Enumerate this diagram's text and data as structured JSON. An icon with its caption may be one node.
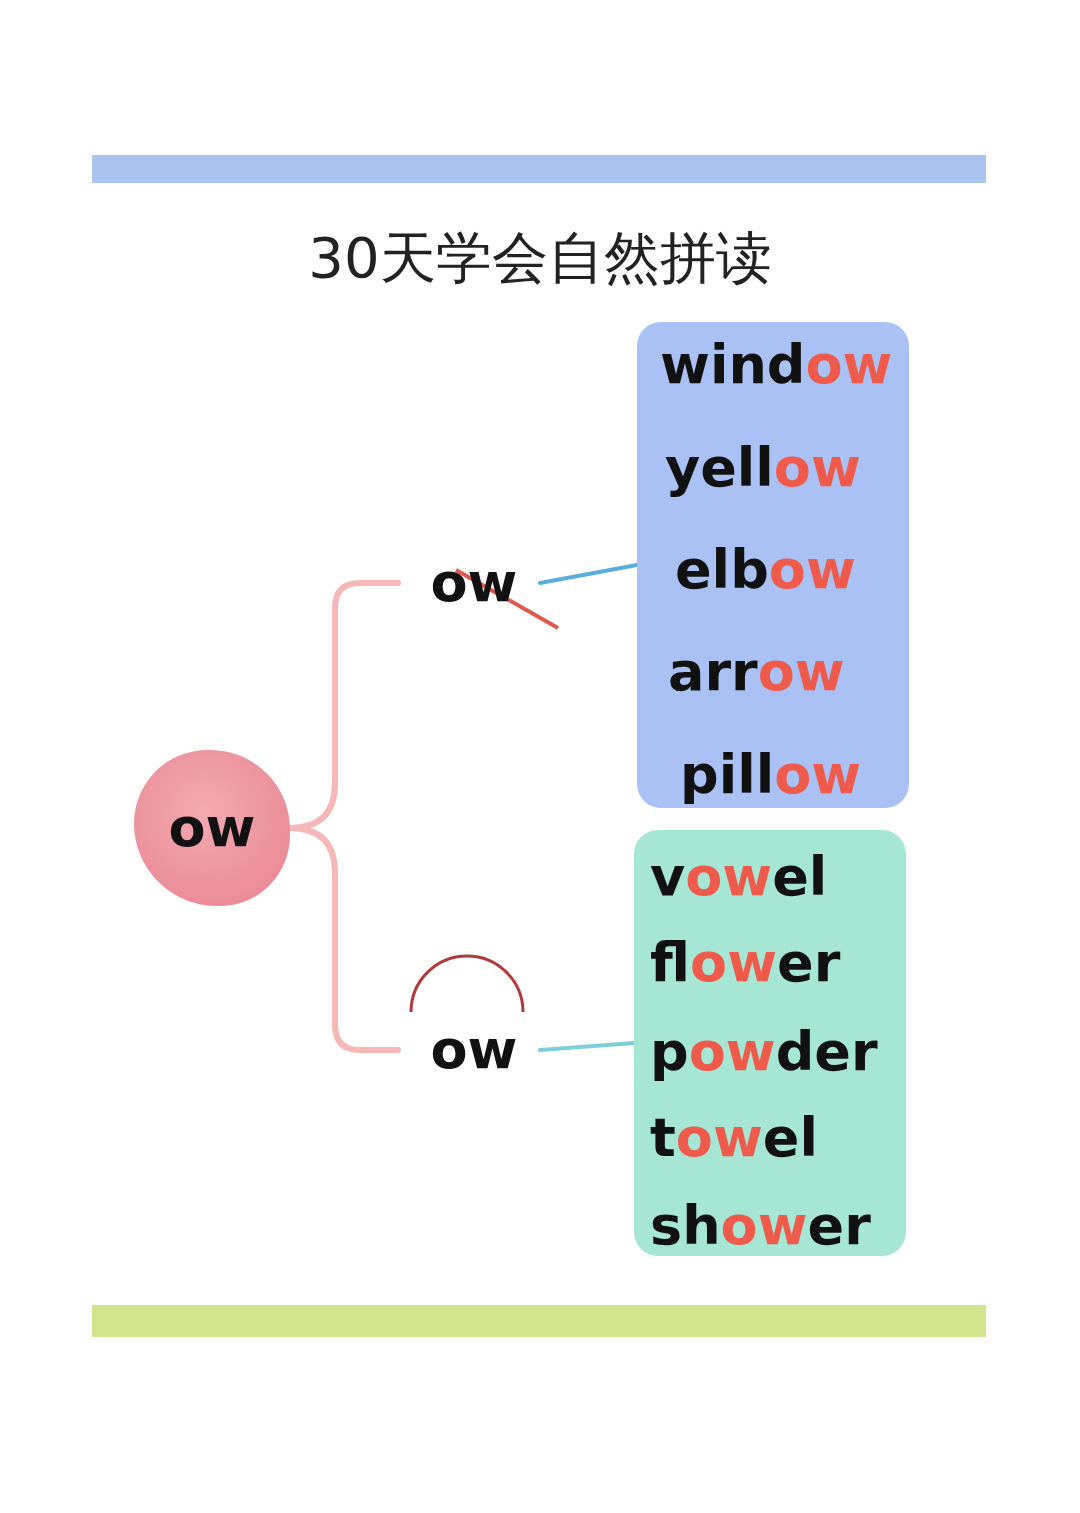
{
  "diagram": {
    "title": "30天学会自然拼读",
    "nodes": [
      {
        "text": [
          "ow"
        ]
      },
      {
        "text": [
          "ow"
        ]
      },
      {
        "text": [
          "window",
          "yellow",
          "elbow",
          "arrow",
          "pillow"
        ]
      },
      {
        "text": [
          "ow"
        ]
      },
      {
        "text": [
          "vowel",
          "flower",
          "powder",
          "towel",
          "shower"
        ]
      }
    ],
    "edges": [
      {
        "from": 0,
        "to": 1,
        "arrow": "none",
        "color": "#f5b8b6"
      },
      {
        "from": 0,
        "to": 3,
        "arrow": "none",
        "color": "#f5b8b6"
      },
      {
        "from": 1,
        "to": 2,
        "arrow": "none",
        "color": "#5aaedc"
      },
      {
        "from": 3,
        "to": 4,
        "arrow": "none",
        "color": "#7fcfd9"
      }
    ]
  }
}
